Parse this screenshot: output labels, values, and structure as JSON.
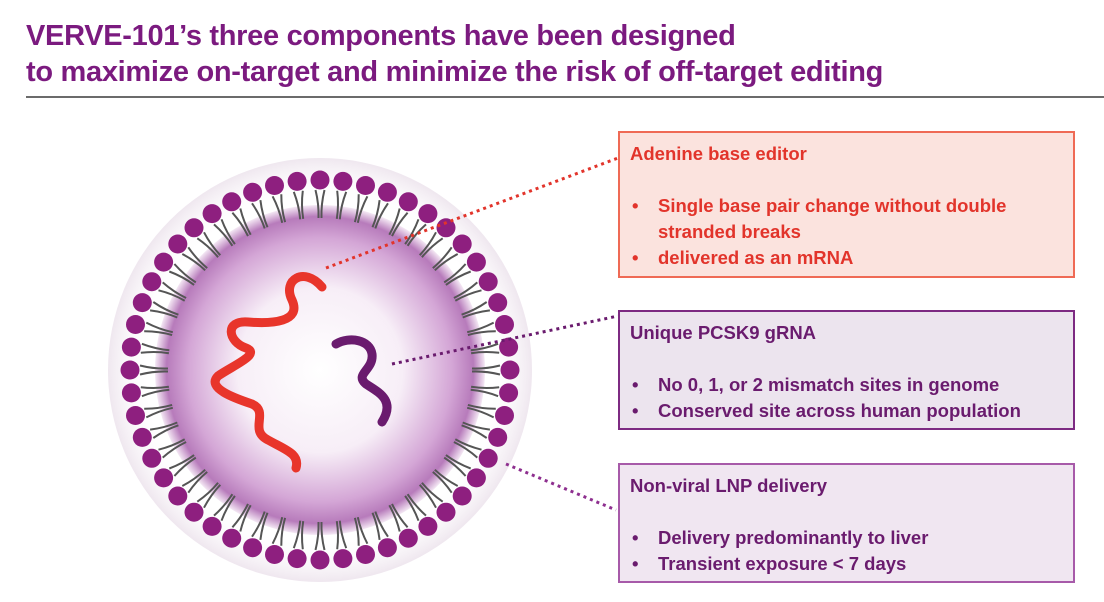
{
  "title": {
    "line1": "VERVE-101’s three components have been designed",
    "line2": "to maximize on-target and minimize the risk of off-target editing"
  },
  "colors": {
    "title": "#7b1a7f",
    "lipid_head": "#8e1f7f",
    "lipid_tail": "#555555",
    "red_rna": "#e8352b",
    "purple_rna": "#6a1b6e",
    "base_editor_accent": "#e2342b",
    "grna_accent": "#6a1b6e",
    "lnp_accent": "#a75aa9"
  },
  "components": [
    {
      "id": "base_editor",
      "title": "Adenine base editor",
      "bullets": [
        "Single base pair change without double stranded breaks",
        "delivered as an mRNA"
      ]
    },
    {
      "id": "grna",
      "title": "Unique PCSK9 gRNA",
      "bullets": [
        "No 0, 1, or 2 mismatch sites in genome",
        "Conserved site across human population"
      ]
    },
    {
      "id": "lnp",
      "title": "Non-viral LNP delivery",
      "bullets": [
        "Delivery predominantly to liver",
        "Transient exposure < 7 days"
      ]
    }
  ]
}
